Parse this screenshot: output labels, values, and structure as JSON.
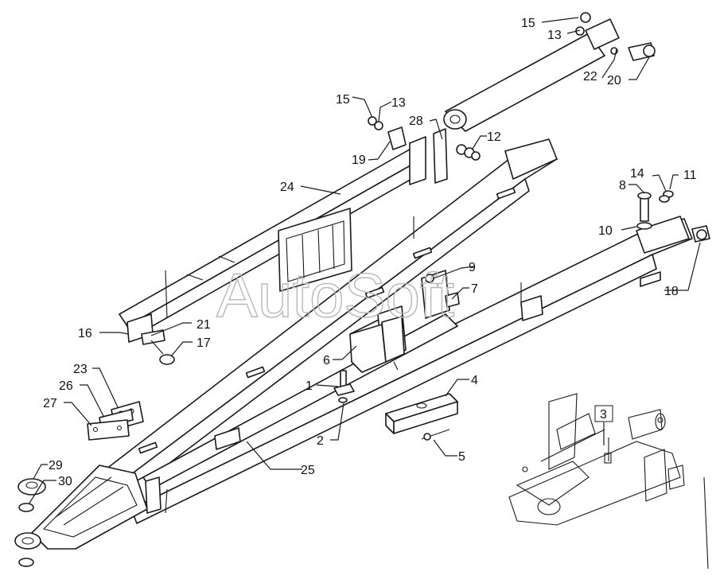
{
  "watermark": "AutoSoft",
  "callouts": {
    "c1": "1",
    "c2": "2",
    "c3": "3",
    "c4": "4",
    "c5": "5",
    "c6": "6",
    "c7": "7",
    "c8": "8",
    "c9": "9",
    "c10": "10",
    "c11": "11",
    "c12": "12",
    "c13a": "13",
    "c13b": "13",
    "c14": "14",
    "c15a": "15",
    "c15b": "15",
    "c16": "16",
    "c17": "17",
    "c18": "18",
    "c19": "19",
    "c20": "20",
    "c21": "21",
    "c22": "22",
    "c23": "23",
    "c24": "24",
    "c25": "25",
    "c26": "26",
    "c27": "27",
    "c28": "28",
    "c29": "29",
    "c30": "30"
  }
}
